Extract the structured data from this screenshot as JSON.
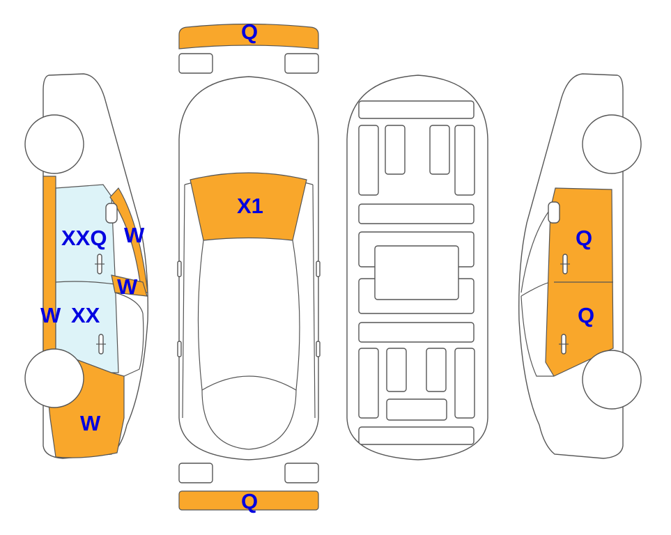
{
  "colors": {
    "damage": "#F9A72B",
    "glass": "#DDF3F8",
    "label": "#0000E0",
    "outline": "#555555"
  },
  "views": {
    "left_side": {
      "labels": {
        "rear_door_glass": "XXQ",
        "front_pillar": "W",
        "mirror_strip": "W",
        "sill": "W",
        "front_door": "XX",
        "front_fender": "W"
      }
    },
    "top": {
      "labels": {
        "front_bumper": "Q",
        "windshield": "X1",
        "rear_bumper": "Q"
      }
    },
    "right_side": {
      "labels": {
        "rear_door": "Q",
        "front_door": "Q"
      }
    }
  }
}
